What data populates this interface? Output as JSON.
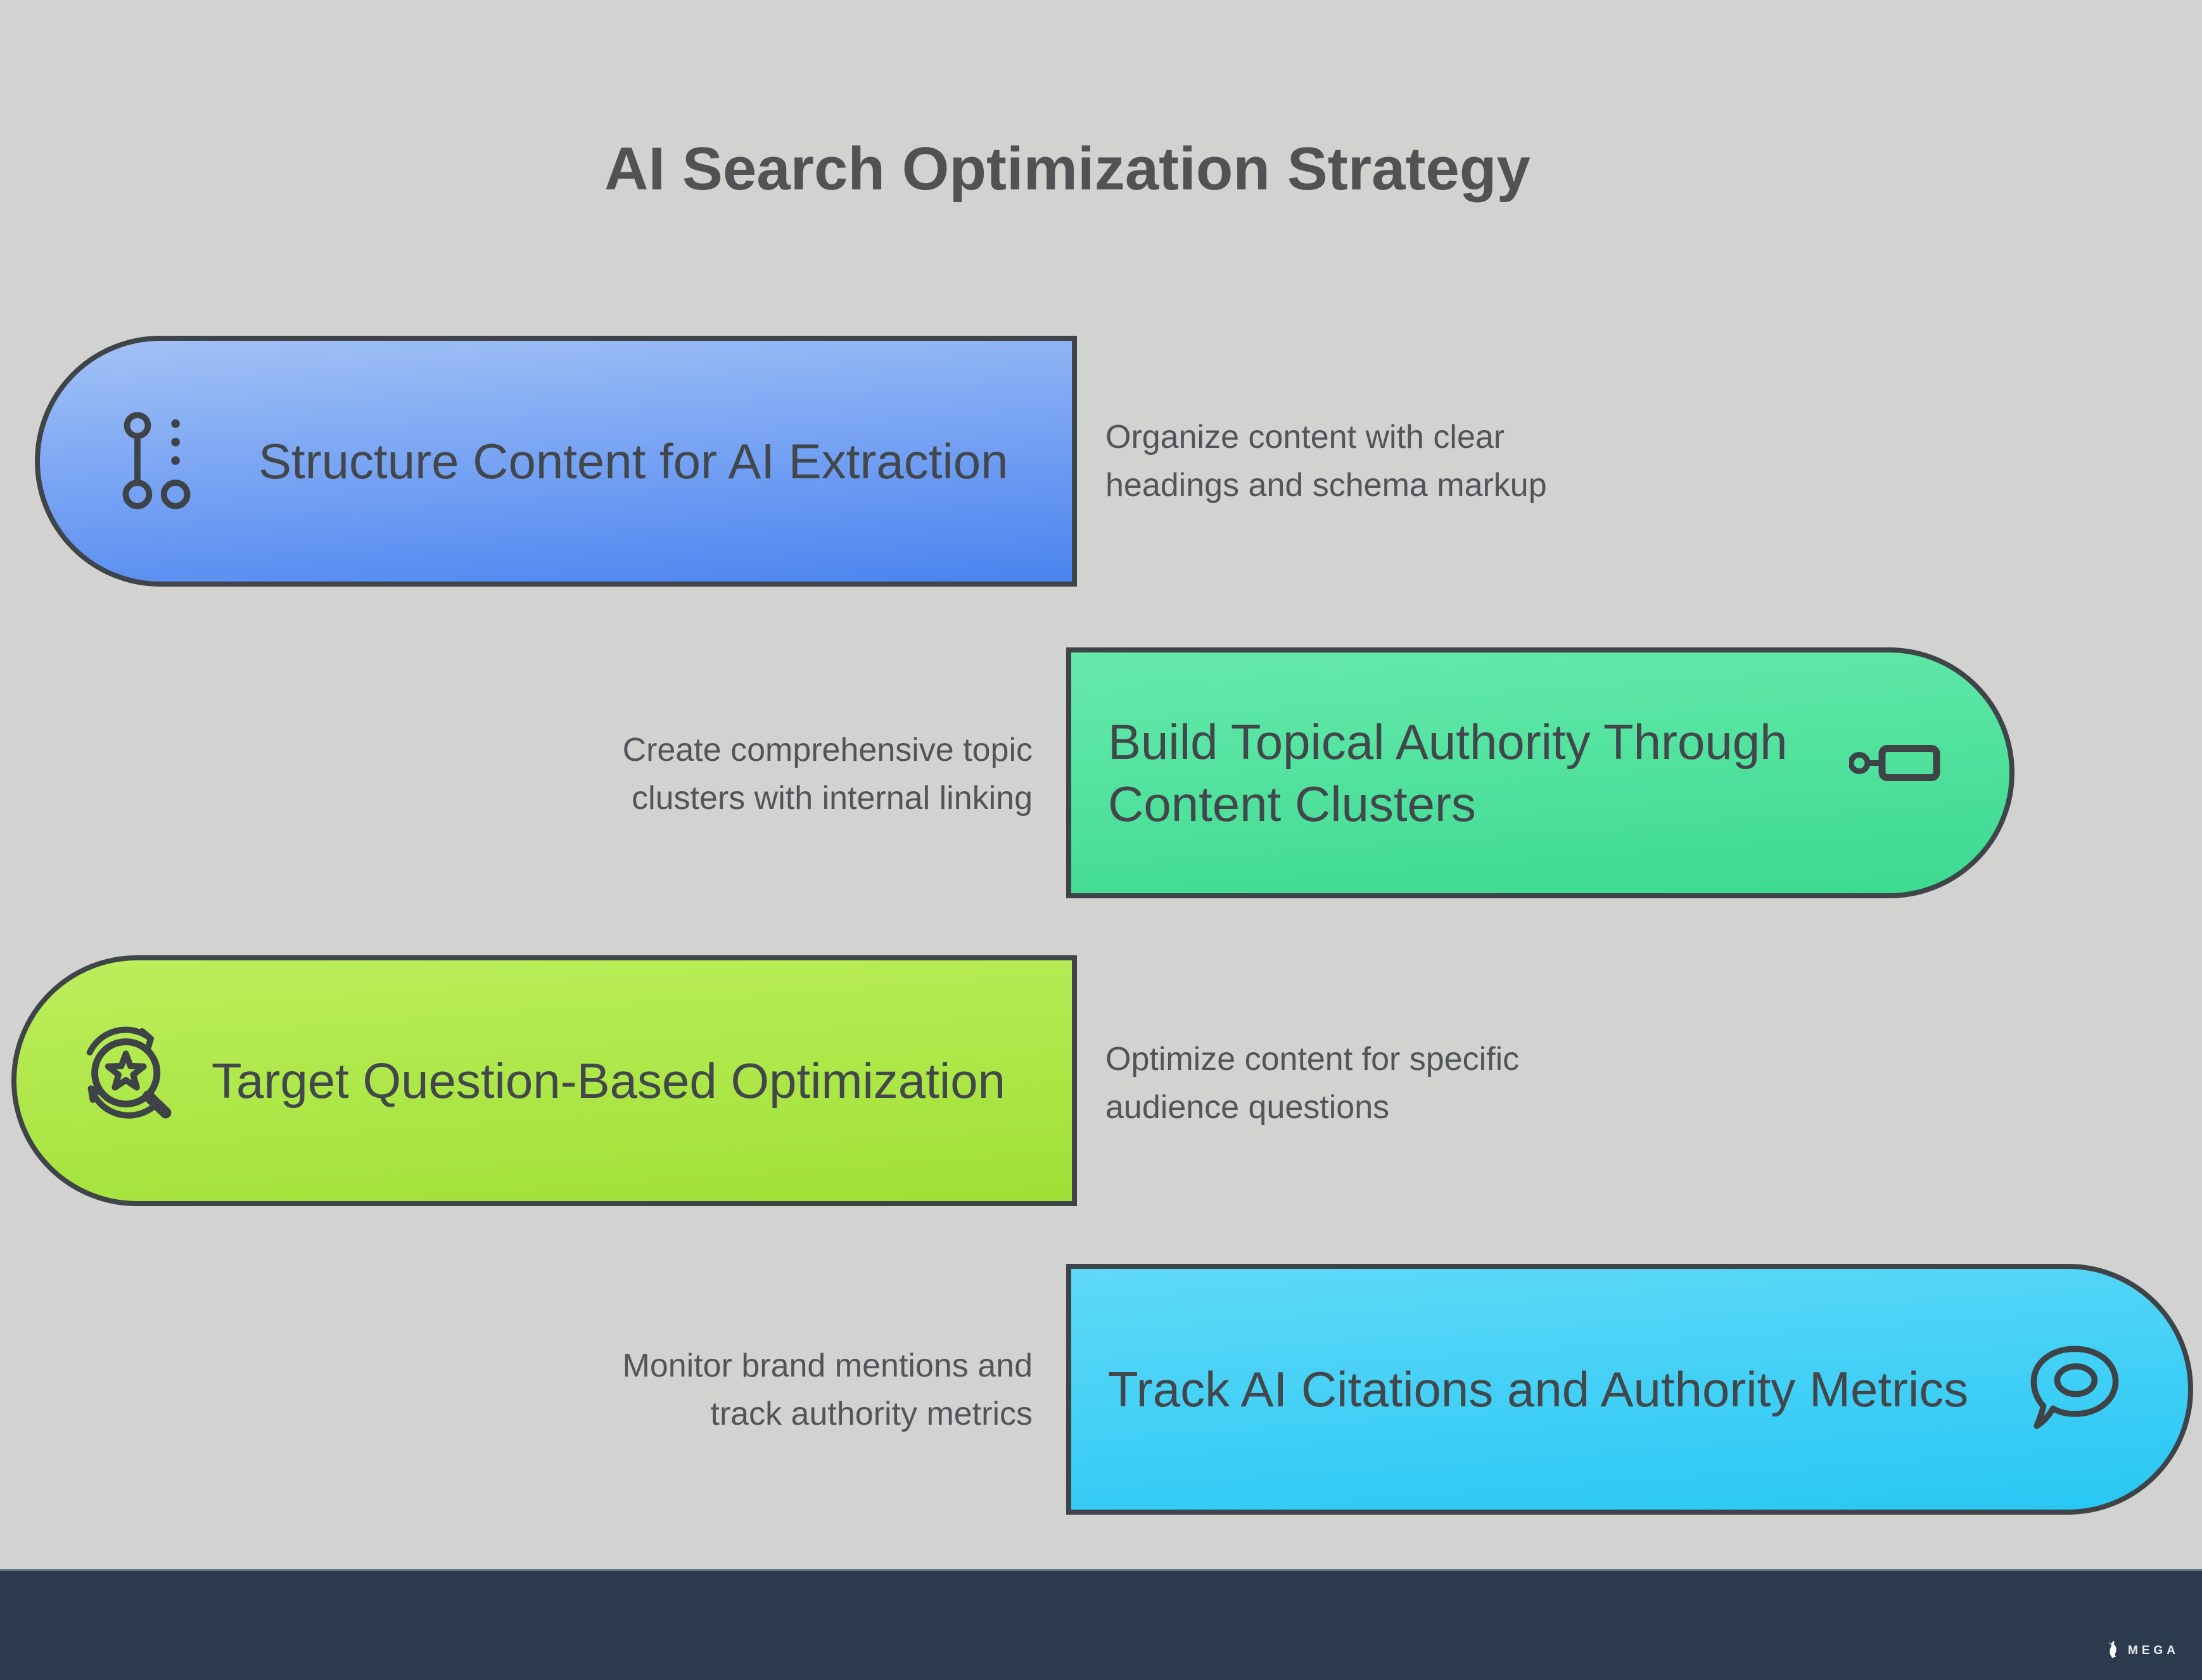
{
  "page": {
    "title": "AI Search Optimization Strategy",
    "background": "#D2D2D1",
    "title_color": "#505254"
  },
  "style": {
    "banner_border_color": "#3F4449",
    "banner_text_color": "#42474B",
    "desc_text_color": "#515559",
    "icon_stroke_color": "#3E4347"
  },
  "steps": [
    {
      "title_lines": [
        "Structure Content for AI Extraction"
      ],
      "desc_lines": [
        "Organize content with clear",
        "headings and schema markup"
      ],
      "icon": "workflow-steps-icon",
      "cap_side": "left",
      "gradient_top": "#A3C2F6",
      "gradient_bottom": "#4A83F0"
    },
    {
      "title_lines": [
        "Build Topical Authority Through",
        "Content Clusters"
      ],
      "desc_lines": [
        "Create comprehensive topic",
        "clusters with internal linking"
      ],
      "icon": "node-link-icon",
      "cap_side": "right",
      "gradient_top": "#66E9AB",
      "gradient_bottom": "#3CDA90"
    },
    {
      "title_lines": [
        "Target Question-Based Optimization"
      ],
      "desc_lines": [
        "Optimize content for specific",
        "audience questions"
      ],
      "icon": "search-star-refresh-icon",
      "cap_side": "left",
      "gradient_top": "#BCEE5C",
      "gradient_bottom": "#9FE035"
    },
    {
      "title_lines": [
        "Track AI Citations and Authority Metrics"
      ],
      "desc_lines": [
        "Monitor brand mentions and",
        "track authority metrics"
      ],
      "icon": "chat-bubble-icon",
      "cap_side": "right",
      "gradient_top": "#5FD9F8",
      "gradient_bottom": "#27C7F4"
    }
  ],
  "footer": {
    "background": "#2B3A4D",
    "brand": "MEGA",
    "logo_icon": "statue-logo-icon"
  }
}
